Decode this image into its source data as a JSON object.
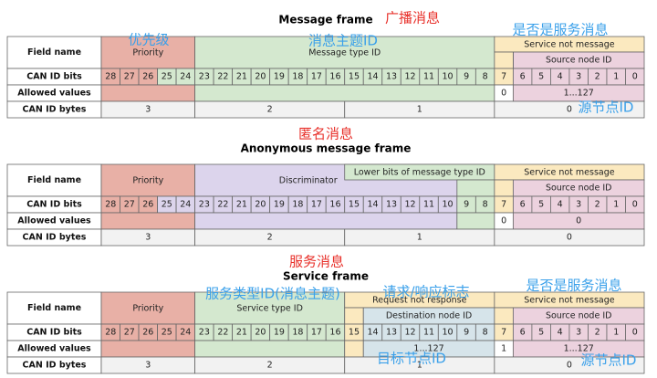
{
  "colors": {
    "priority": "#e8b0a6",
    "type": "#d4e8cf",
    "service": "#fbe9bf",
    "source": "#ecd2de",
    "discriminator": "#dcd4ec",
    "dest": "#d6e4ea",
    "plain": "#f2f2f2",
    "border": "#666666",
    "annot_red": "#e8302a",
    "annot_blue": "#3aa0ea"
  },
  "row_labels": {
    "field_name": "Field name",
    "can_id_bits": "CAN ID bits",
    "allowed_values": "Allowed values",
    "can_id_bytes": "CAN ID bytes"
  },
  "bits": [
    "28",
    "27",
    "26",
    "25",
    "24",
    "23",
    "22",
    "21",
    "20",
    "19",
    "18",
    "17",
    "16",
    "15",
    "14",
    "13",
    "12",
    "11",
    "10",
    "9",
    "8",
    "7",
    "6",
    "5",
    "4",
    "3",
    "2",
    "1",
    "0"
  ],
  "bytes": [
    "3",
    "2",
    "1",
    "0"
  ],
  "frames": [
    {
      "title": "Message frame",
      "annot_cn": "广播消息",
      "fields": {
        "priority": "Priority",
        "type_field": "Message type ID",
        "service_flag": "Service not message",
        "source": "Source node ID"
      },
      "allowed": {
        "bit7": "0",
        "source": "1...127"
      },
      "annotations": [
        {
          "text": "优先级",
          "color": "blue"
        },
        {
          "text": "消息主题ID",
          "color": "blue"
        },
        {
          "text": "是否是服务消息",
          "color": "blue"
        },
        {
          "text": "源节点ID",
          "color": "blue"
        }
      ]
    },
    {
      "title": "Anonymous message frame",
      "annot_cn": "匿名消息",
      "fields": {
        "priority": "Priority",
        "discriminator": "Discriminator",
        "lower_bits": "Lower bits of message type ID",
        "service_flag": "Service not message",
        "source": "Source node ID"
      },
      "allowed": {
        "bit7": "0",
        "source": "0"
      },
      "annotations": []
    },
    {
      "title": "Service frame",
      "annot_cn": "服务消息",
      "fields": {
        "priority": "Priority",
        "type_field": "Service type ID",
        "request_flag": "Request not response",
        "dest": "Destination node ID",
        "service_flag": "Service not message",
        "source": "Source node ID"
      },
      "allowed": {
        "dest": "1...127",
        "bit7": "1",
        "source": "1...127"
      },
      "annotations": [
        {
          "text": "服务类型ID(消息主题)",
          "color": "blue"
        },
        {
          "text": "请求/响应标志",
          "color": "blue"
        },
        {
          "text": "是否是服务消息",
          "color": "blue"
        },
        {
          "text": "目标节点ID",
          "color": "blue"
        },
        {
          "text": "源节点ID",
          "color": "blue"
        }
      ]
    }
  ]
}
